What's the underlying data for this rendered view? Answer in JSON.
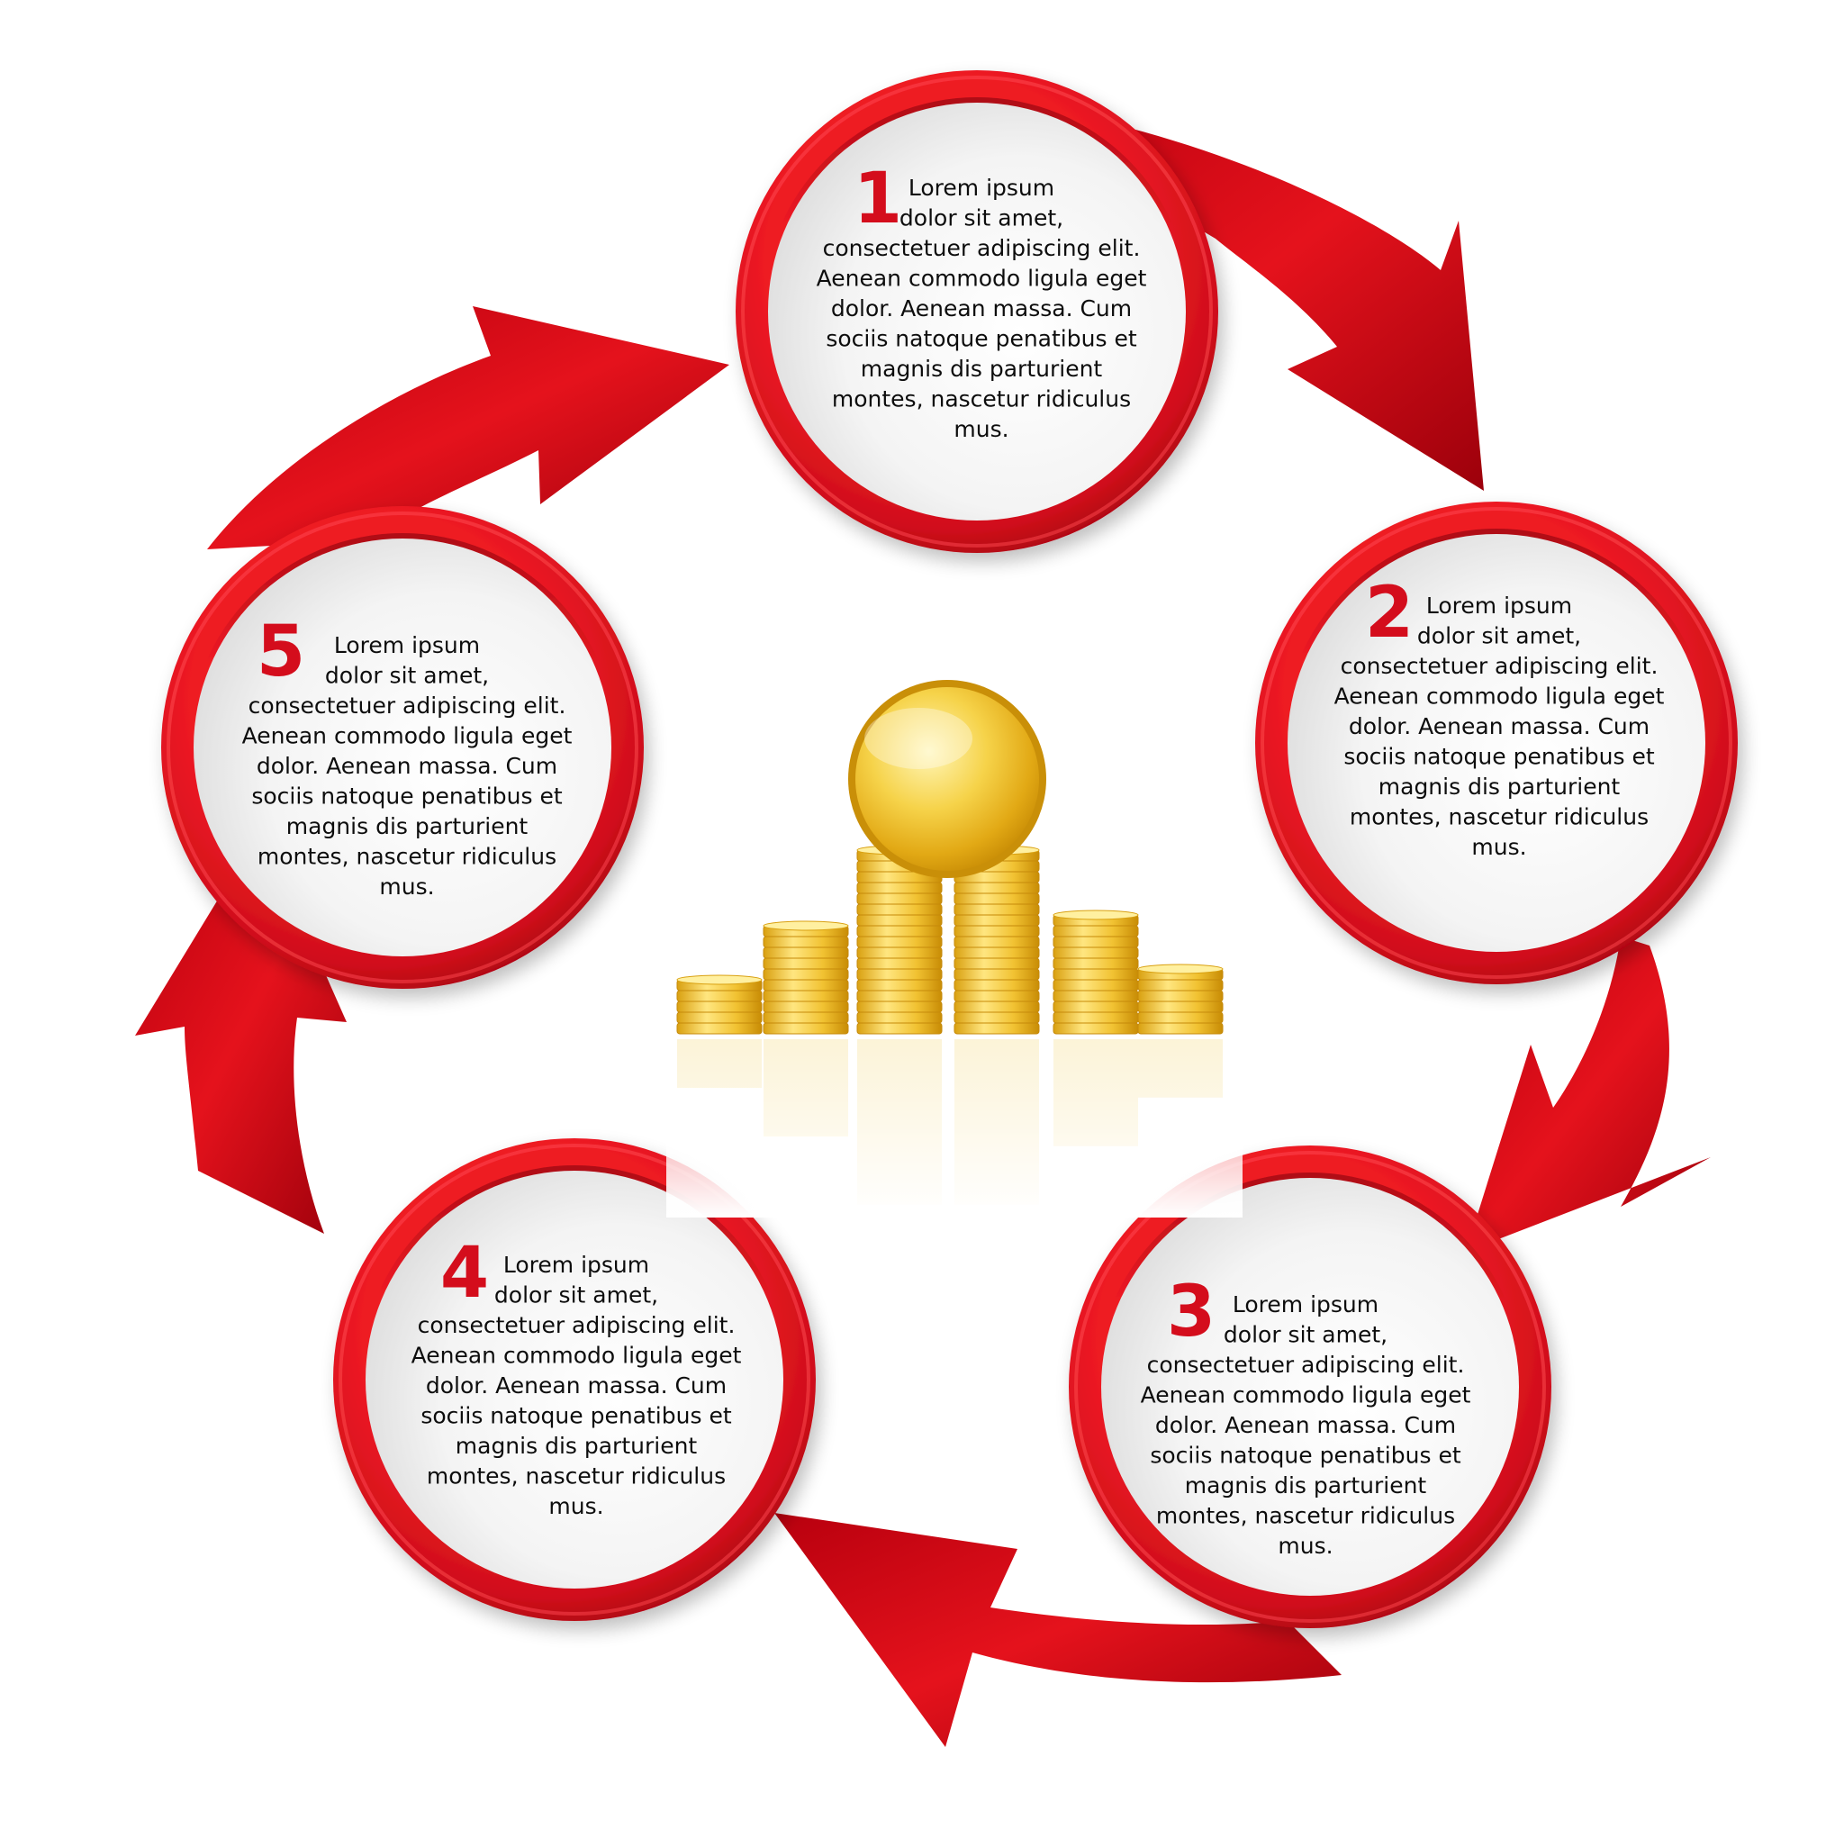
{
  "colors": {
    "ring_red": "#e5121c",
    "dark_red": "#a4000c",
    "number_red": "#d40f1f",
    "disc_light": "#ffffff",
    "disc_shade": "#dcdcdc",
    "coin_gold": "#f3c52a"
  },
  "steps": [
    {
      "number": "1",
      "lines": [
        "Lorem ipsum",
        "dolor sit amet,",
        "consectetuer adipiscing elit.",
        "Aenean commodo ligula eget",
        "dolor. Aenean massa. Cum",
        "sociis natoque penatibus et",
        "magnis dis parturient",
        "montes, nascetur ridiculus",
        "mus."
      ]
    },
    {
      "number": "2",
      "lines": [
        "Lorem ipsum",
        "dolor sit amet,",
        "consectetuer adipiscing elit.",
        "Aenean commodo ligula eget",
        "dolor. Aenean massa. Cum",
        "sociis natoque penatibus et",
        "magnis dis parturient",
        "montes, nascetur ridiculus",
        "mus."
      ]
    },
    {
      "number": "3",
      "lines": [
        "Lorem ipsum",
        "dolor sit amet,",
        "consectetuer adipiscing elit.",
        "Aenean commodo ligula eget",
        "dolor. Aenean massa. Cum",
        "sociis natoque penatibus et",
        "magnis dis parturient",
        "montes, nascetur ridiculus",
        "mus."
      ]
    },
    {
      "number": "4",
      "lines": [
        "Lorem ipsum",
        "dolor sit amet,",
        "consectetuer adipiscing elit.",
        "Aenean commodo ligula eget",
        "dolor. Aenean massa. Cum",
        "sociis natoque penatibus et",
        "magnis dis parturient",
        "montes, nascetur ridiculus",
        "mus."
      ]
    },
    {
      "number": "5",
      "lines": [
        "Lorem ipsum",
        "dolor sit amet,",
        "consectetuer adipiscing elit.",
        "Aenean commodo ligula eget",
        "dolor. Aenean massa. Cum",
        "sociis natoque penatibus et",
        "magnis dis parturient",
        "montes, nascetur ridiculus",
        "mus."
      ]
    }
  ],
  "center_icon": "gold-coin-stacks-icon"
}
